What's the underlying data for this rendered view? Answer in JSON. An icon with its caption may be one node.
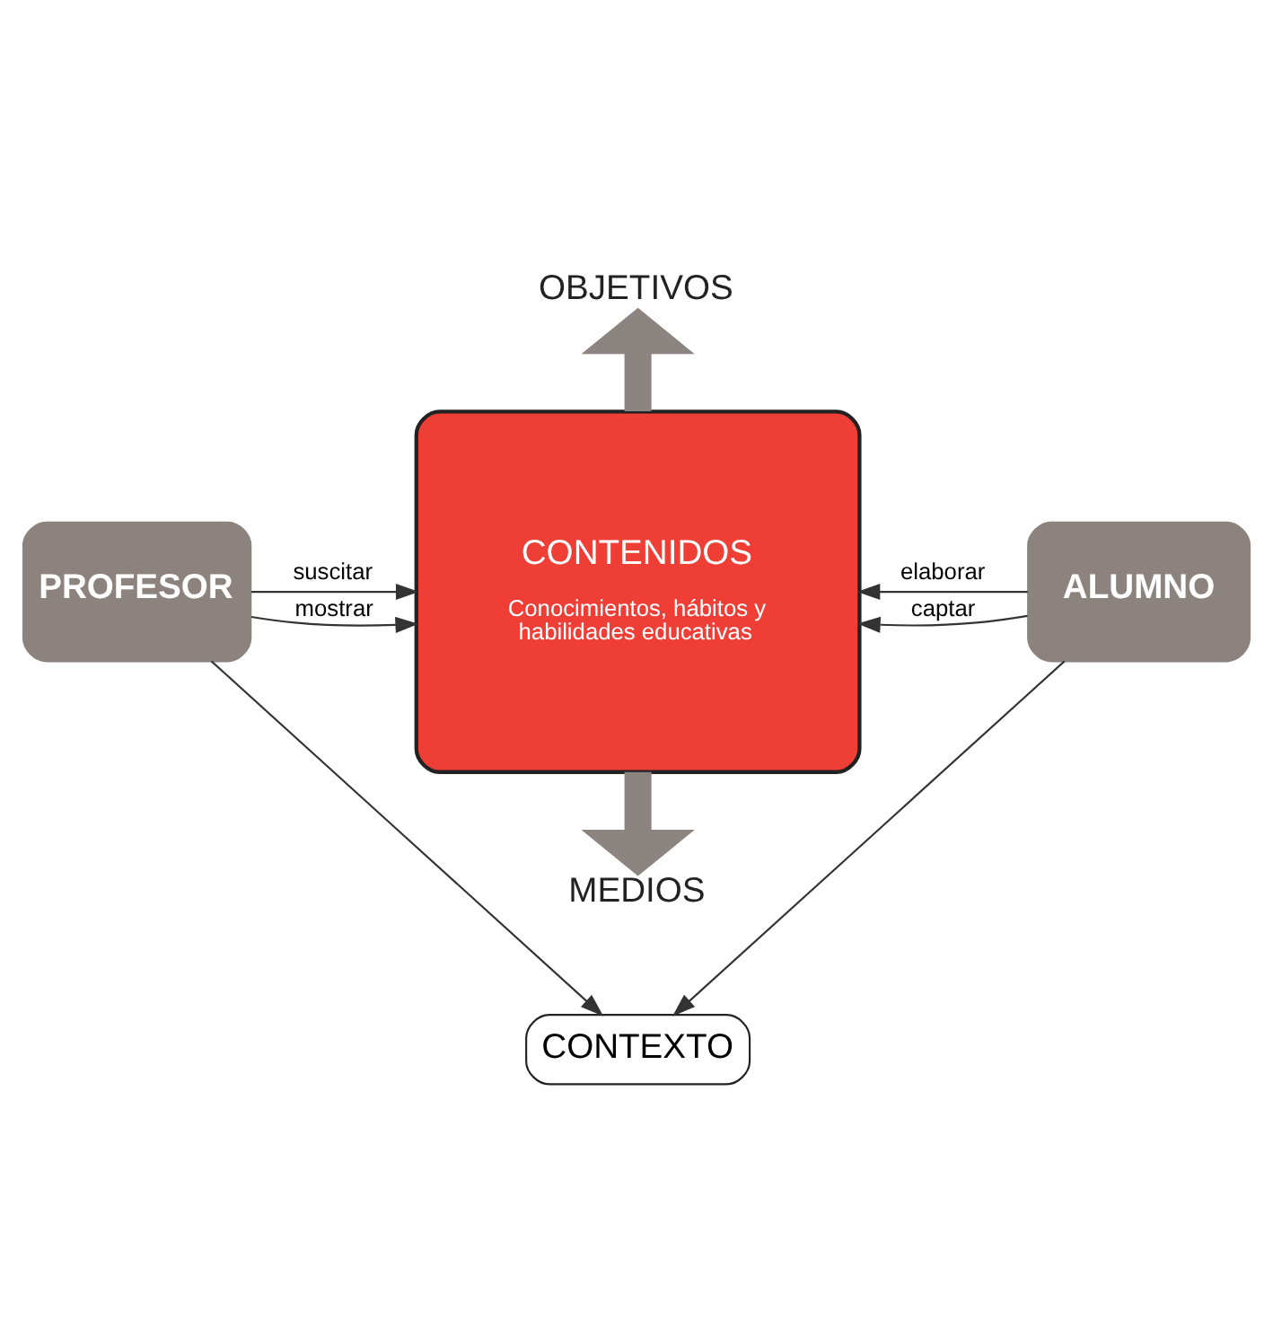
{
  "diagram": {
    "nodes": [
      {
        "text": [
          "OBJETIVOS"
        ]
      },
      {
        "text": [
          "CONTENIDOS",
          "Conocimientos, hábitos y habilidades educativas"
        ]
      },
      {
        "text": [
          "PROFESOR"
        ]
      },
      {
        "text": [
          "ALUMNO"
        ]
      },
      {
        "text": [
          "MEDIOS"
        ]
      },
      {
        "text": [
          "CONTEXTO"
        ]
      }
    ],
    "edges": [
      {
        "from": 1,
        "to": 0,
        "arrow": "to",
        "style": "thick",
        "color": "#8c8480"
      },
      {
        "from": 2,
        "to": 1,
        "arrow": "to",
        "label": "mostrar"
      },
      {
        "from": 3,
        "to": 1,
        "arrow": "to",
        "label": "captar"
      },
      {
        "from": 2,
        "to": 1,
        "arrow": "to",
        "label": "suscitar"
      },
      {
        "from": 3,
        "to": 1,
        "arrow": "to",
        "label": "elaborar"
      },
      {
        "from": 1,
        "to": 4,
        "arrow": "to",
        "style": "thick",
        "color": "#8c8480"
      },
      {
        "from": 2,
        "to": 5,
        "arrow": "to"
      },
      {
        "from": 3,
        "to": 5,
        "arrow": "to"
      }
    ]
  }
}
